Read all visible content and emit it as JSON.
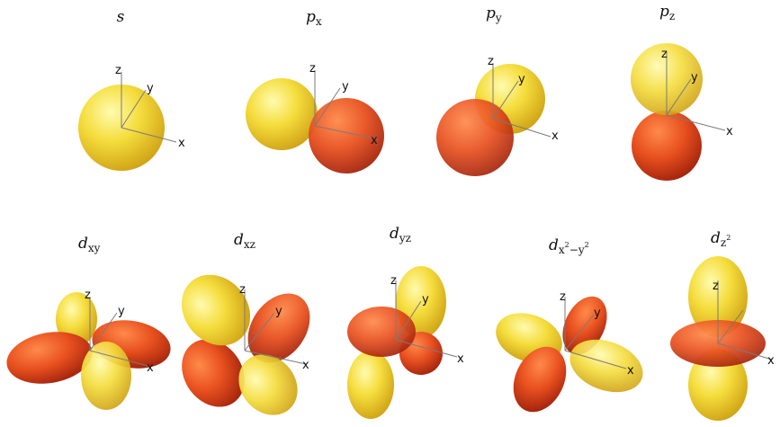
{
  "orbitals": [
    {
      "id": "s",
      "label": {
        "main": "s",
        "sub": "",
        "sup1": "",
        "mid": "",
        "sup2": ""
      }
    },
    {
      "id": "px",
      "label": {
        "main": "p",
        "sub": "x",
        "sup1": "",
        "mid": "",
        "sup2": ""
      }
    },
    {
      "id": "py",
      "label": {
        "main": "p",
        "sub": "y",
        "sup1": "",
        "mid": "",
        "sup2": ""
      }
    },
    {
      "id": "pz",
      "label": {
        "main": "p",
        "sub": "z",
        "sup1": "",
        "mid": "",
        "sup2": ""
      }
    },
    {
      "id": "dxy",
      "label": {
        "main": "d",
        "sub": "xy",
        "sup1": "",
        "mid": "",
        "sup2": ""
      }
    },
    {
      "id": "dxz",
      "label": {
        "main": "d",
        "sub": "xz",
        "sup1": "",
        "mid": "",
        "sup2": ""
      }
    },
    {
      "id": "dyz",
      "label": {
        "main": "d",
        "sub": "yz",
        "sup1": "",
        "mid": "",
        "sup2": ""
      }
    },
    {
      "id": "dx2y2",
      "label": {
        "main": "d",
        "sub": "x",
        "sup1": "2",
        "mid": "−y",
        "sup2": "2"
      }
    },
    {
      "id": "dz2",
      "label": {
        "main": "d",
        "sub": "z",
        "sup1": "2",
        "mid": "",
        "sup2": ""
      }
    }
  ],
  "axes": {
    "x": "x",
    "y": "y",
    "z": "z"
  },
  "colors": {
    "positive_lobe": "#f2d43a",
    "negative_lobe": "#e2471e",
    "axis": "#7a7a7a",
    "background": "#ffffff"
  }
}
